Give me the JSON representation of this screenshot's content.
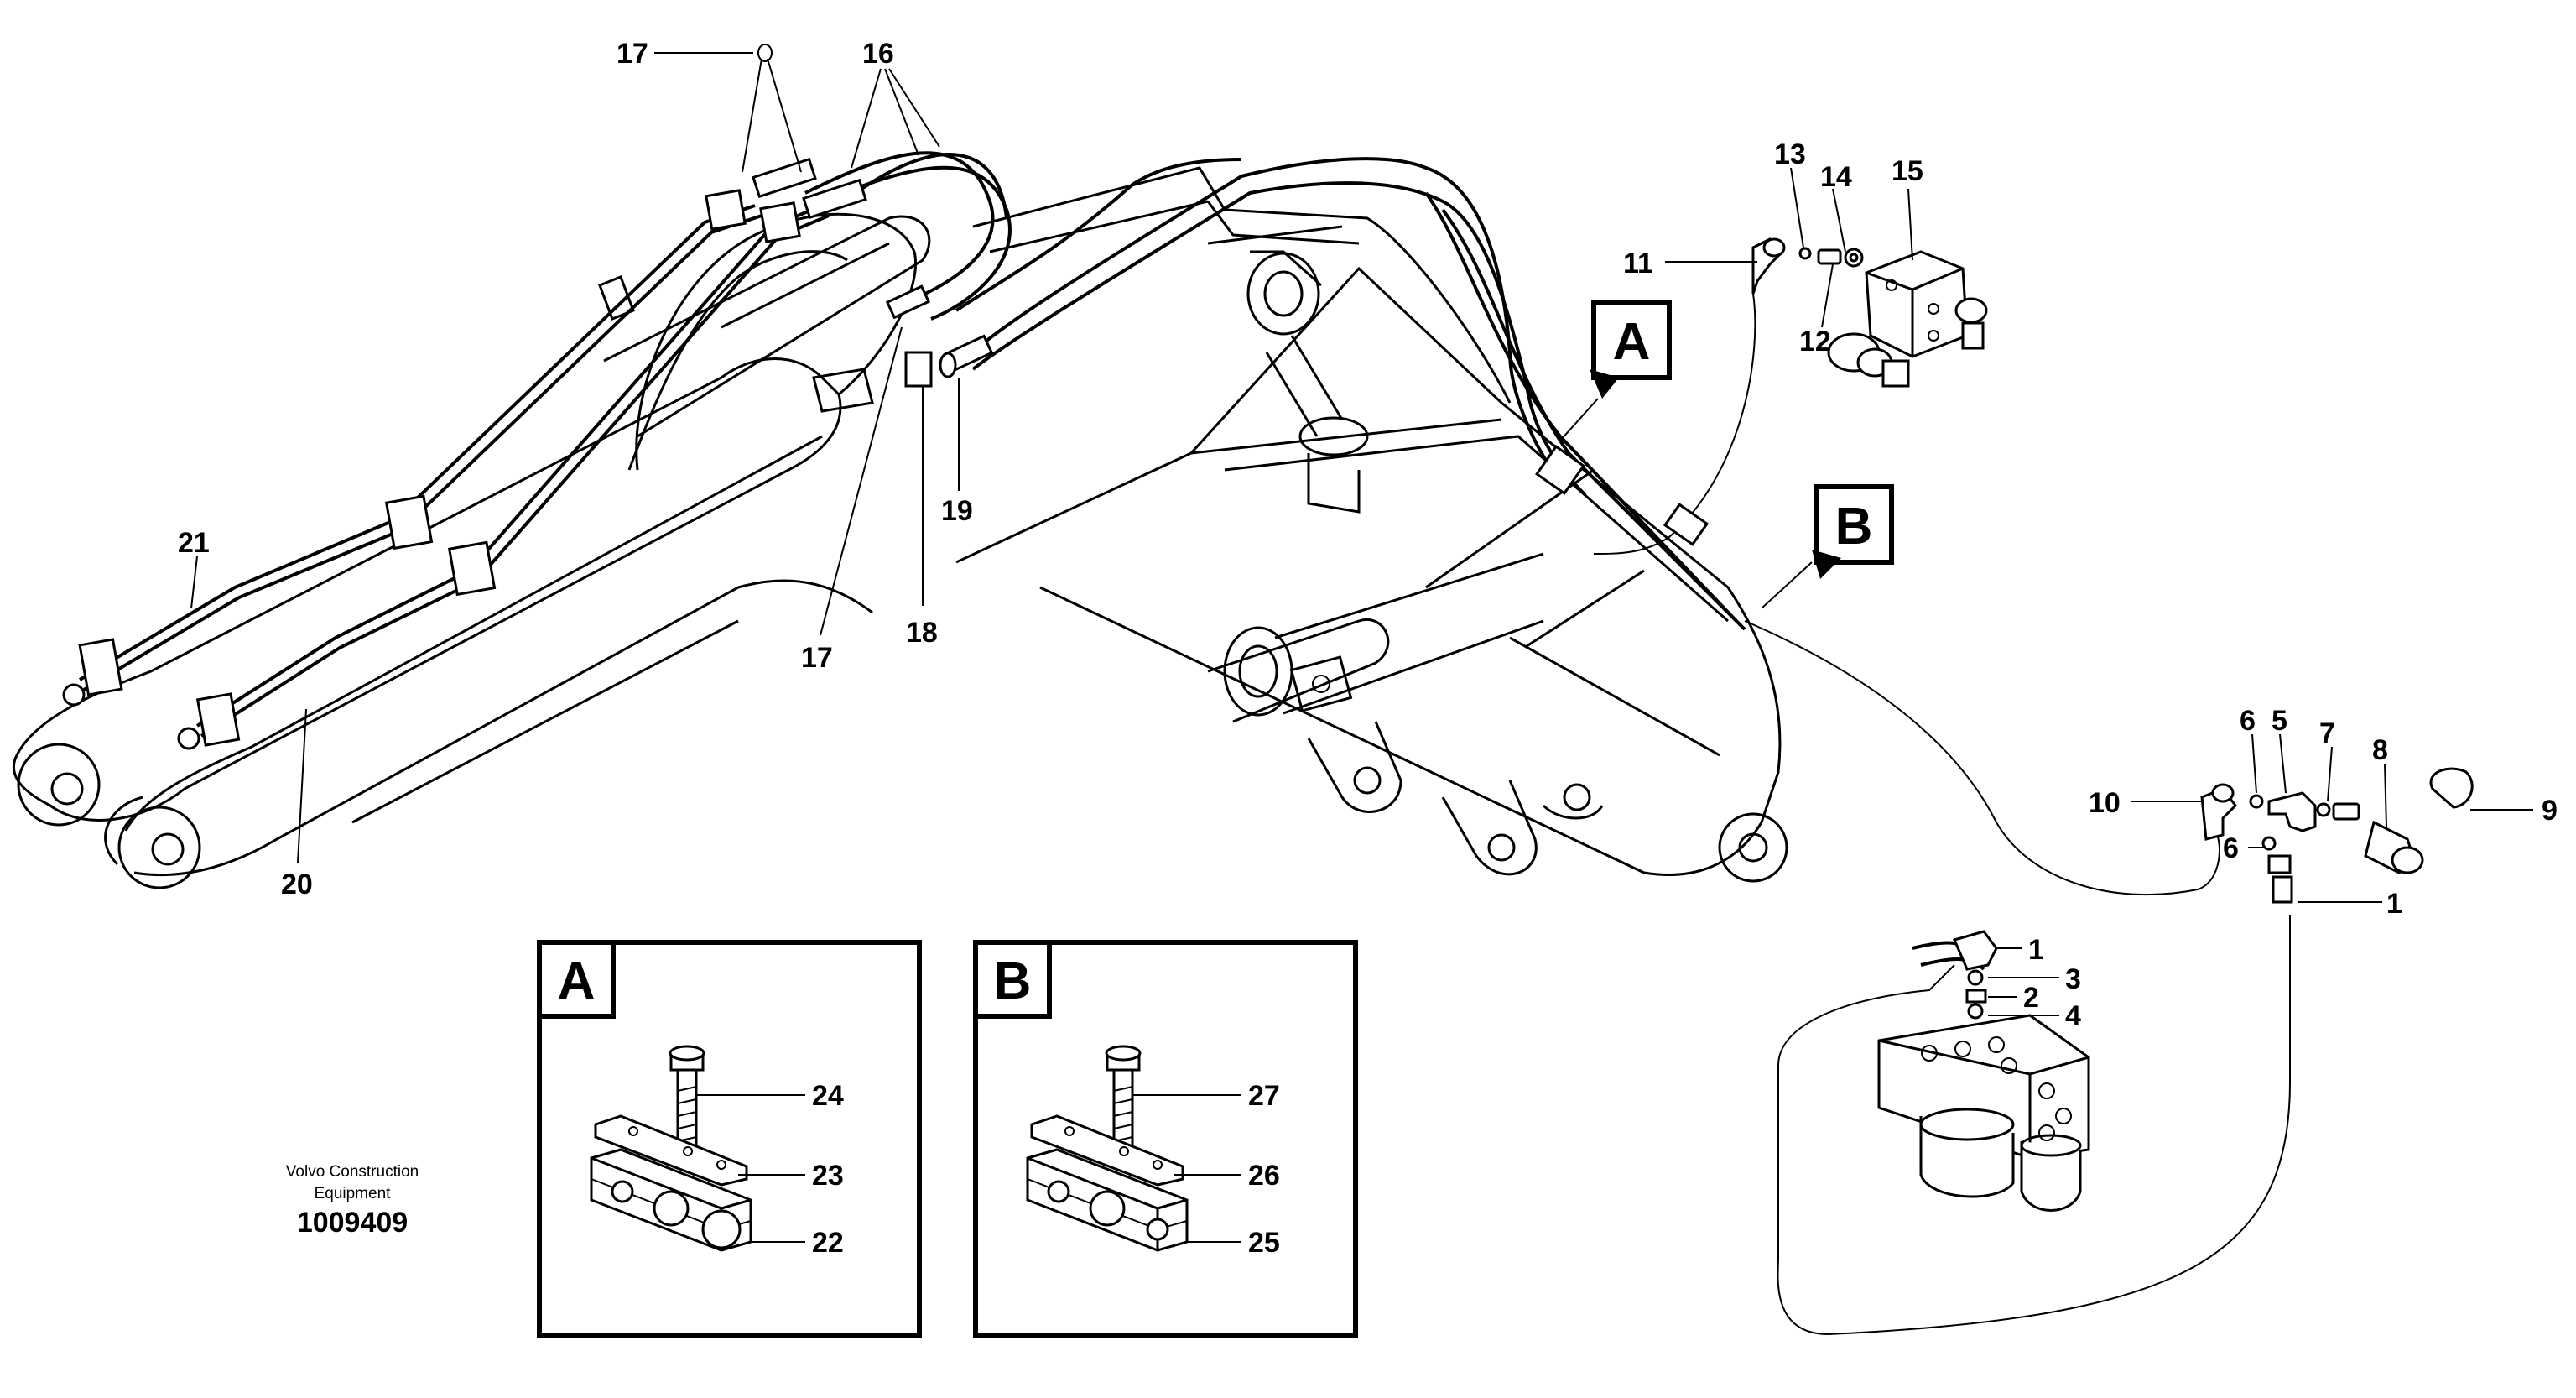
{
  "caption": {
    "line1": "Volvo Construction",
    "line2": "Equipment",
    "doc_number": "1009409"
  },
  "callouts": {
    "c1a": "1",
    "c1b": "1",
    "c2": "2",
    "c3": "3",
    "c4": "4",
    "c5": "5",
    "c6a": "6",
    "c6b": "6",
    "c7": "7",
    "c8": "8",
    "c9": "9",
    "c10": "10",
    "c11": "11",
    "c12": "12",
    "c13": "13",
    "c14": "14",
    "c15": "15",
    "c16": "16",
    "c17a": "17",
    "c17b": "17",
    "c18": "18",
    "c19": "19",
    "c20": "20",
    "c21": "21",
    "c22": "22",
    "c23": "23",
    "c24": "24",
    "c25": "25",
    "c26": "26",
    "c27": "27"
  },
  "view_tags": {
    "a": "A",
    "b": "B"
  },
  "detail_boxes": {
    "a": {
      "tag": "A",
      "bolt": "24",
      "plate": "23",
      "block": "22"
    },
    "b": {
      "tag": "B",
      "bolt": "27",
      "plate": "26",
      "block": "25"
    }
  }
}
